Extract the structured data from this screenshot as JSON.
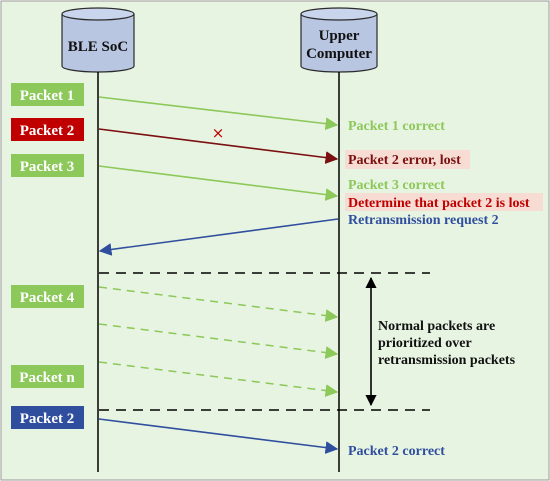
{
  "colors": {
    "background": "#e8f4e2",
    "panel_border": "#9a9a9a",
    "green": "#8cc85a",
    "red": "#c00000",
    "blue": "#2f4f9e",
    "dark_red_arrow": "#7a1010",
    "cylinder_fill": "#b8c6e2",
    "cylinder_stroke": "#2a2a2a",
    "text_dark": "#111111"
  },
  "entities": {
    "ble_soc": "BLE SoC",
    "upper_computer_line1": "Upper",
    "upper_computer_line2": "Computer"
  },
  "packets_left": [
    {
      "label": "Packet 1",
      "status": "sent"
    },
    {
      "label": "Packet 2",
      "status": "lost"
    },
    {
      "label": "Packet 3",
      "status": "sent"
    },
    {
      "label": "Packet 4",
      "status": "normal"
    },
    {
      "label": "Packet n",
      "status": "normal"
    },
    {
      "label": "Packet 2",
      "status": "retransmitted"
    }
  ],
  "right_labels": {
    "p1_correct": "Packet 1 correct",
    "p2_error": "Packet 2 error, lost",
    "p3_correct": "Packet 3 correct",
    "determine_lost": "Determine that packet 2 is lost",
    "retx_request": "Retransmission request 2",
    "p2_correct": "Packet 2 correct"
  },
  "loss_marker": "×",
  "note": {
    "line1": "Normal packets are",
    "line2": "prioritized over",
    "line3": "retransmission packets"
  }
}
